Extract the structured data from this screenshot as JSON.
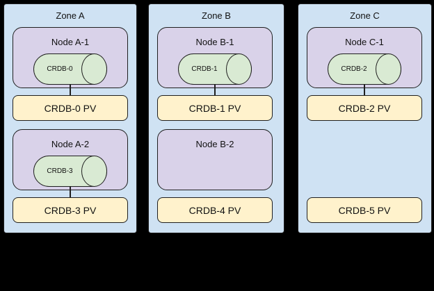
{
  "diagram": {
    "background": "#000000",
    "colors": {
      "background": "#000000",
      "zone_fill": "#cfe2f3",
      "node_fill": "#d9d2e9",
      "pod_fill": "#d9ead3",
      "pv_fill": "#fff2cc",
      "border": "#1f1f1f"
    },
    "zones": [
      {
        "label": "Zone A",
        "nodes": [
          {
            "label": "Node A-1",
            "pod": "CRDB-0"
          },
          {
            "label": "Node A-2",
            "pod": "CRDB-3"
          }
        ],
        "pvs": [
          {
            "label": "CRDB-0 PV",
            "connected": true
          },
          {
            "label": "CRDB-3 PV",
            "connected": true
          }
        ]
      },
      {
        "label": "Zone B",
        "nodes": [
          {
            "label": "Node B-1",
            "pod": "CRDB-1"
          },
          {
            "label": "Node B-2",
            "pod": null
          }
        ],
        "pvs": [
          {
            "label": "CRDB-1 PV",
            "connected": true
          },
          {
            "label": "CRDB-4 PV",
            "connected": false
          }
        ]
      },
      {
        "label": "Zone C",
        "nodes": [
          {
            "label": "Node C-1",
            "pod": "CRDB-2"
          }
        ],
        "pvs": [
          {
            "label": "CRDB-2 PV",
            "connected": true
          },
          {
            "label": "CRDB-5 PV",
            "connected": false
          }
        ]
      }
    ]
  }
}
